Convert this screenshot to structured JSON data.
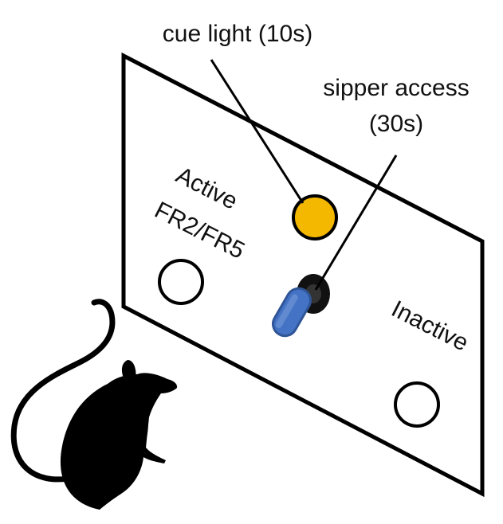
{
  "labels": {
    "cue_light": "cue light (10s)",
    "sipper_line1": "sipper access",
    "sipper_line2": "(30s)",
    "active_line1": "Active",
    "active_line2": "FR2/FR5",
    "inactive": "Inactive"
  },
  "icons": {
    "panel": "operant-panel",
    "cue_light": "cue-light-icon",
    "sipper": "sipper-tube-icon",
    "active_lever": "active-nosepoke-icon",
    "inactive_lever": "inactive-nosepoke-icon",
    "rat": "rat-silhouette-icon"
  },
  "colors": {
    "cue_light": "#F5B800",
    "sipper": "#4472C4",
    "outline": "#000000",
    "rat": "#000000"
  }
}
